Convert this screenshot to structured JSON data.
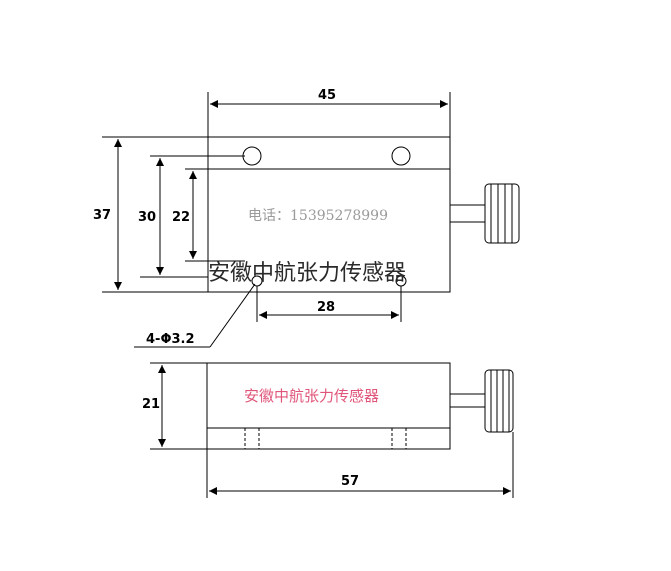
{
  "drawing": {
    "dimensions": {
      "top_width": "45",
      "height_total": "37",
      "hole_span_v": "30",
      "inner_v": "22",
      "hole_span_h": "28",
      "hole_spec": "4-Φ3.2",
      "side_height": "21",
      "overall_length": "57"
    },
    "phone_text": "电话：15395278999",
    "watermark_text": "安徽中航张力传感器",
    "brand_label": "安徽中航张力传感器",
    "colors": {
      "line": "#000000",
      "phone": "#9a9a9a",
      "brand": "#e0567a",
      "background": "#ffffff"
    }
  }
}
